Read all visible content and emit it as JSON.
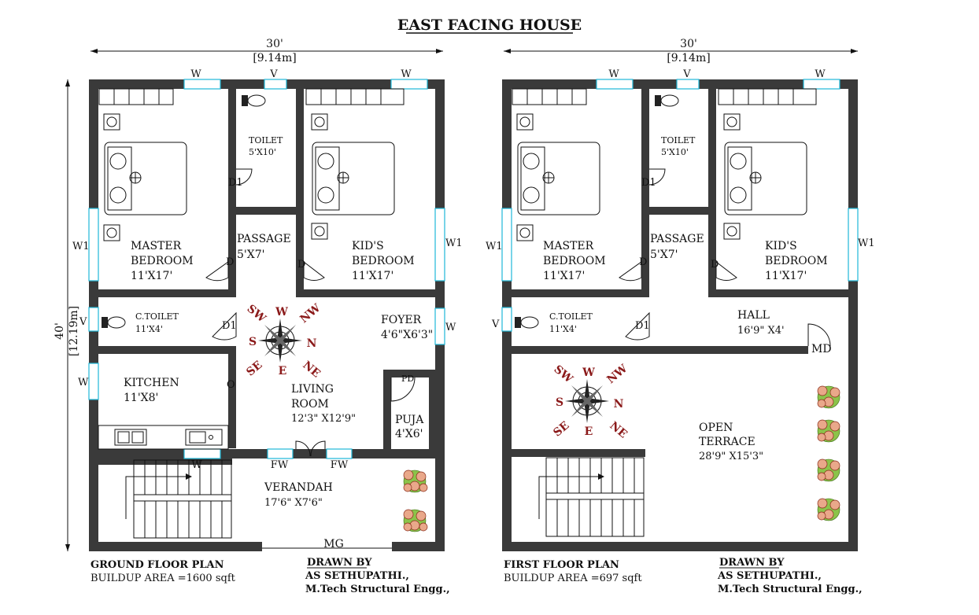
{
  "title": "EAST FACING HOUSE",
  "ground": {
    "width_ft": "30'",
    "width_m": "[9.14m]",
    "depth_ft": "40'",
    "depth_m": "[12.19m]",
    "plan_name": "GROUND FLOOR PLAN",
    "area": "BUILDUP AREA =1600 sqft",
    "rooms": {
      "master_name_1": "MASTER",
      "master_name_2": "BEDROOM",
      "master_size": "11'X17'",
      "toilet_name": "TOILET",
      "toilet_size": "5'X10'",
      "passage_name": "PASSAGE",
      "passage_size": "5'X7'",
      "kids_name_1": "KID'S",
      "kids_name_2": "BEDROOM",
      "kids_size": "11'X17'",
      "ctoilet_name": "C.TOILET",
      "ctoilet_size": "11'X4'",
      "foyer_name": "FOYER",
      "foyer_size": "4'6\"X6'3\"",
      "kitchen_name": "KITCHEN",
      "kitchen_size": "11'X8'",
      "living_name_1": "LIVING",
      "living_name_2": "ROOM",
      "living_size": "12'3\" X12'9\"",
      "puja_name": "PUJA",
      "puja_size": "4'X6'",
      "verandah_name": "VERANDAH",
      "verandah_size": "17'6\" X7'6\""
    },
    "marks": {
      "w_top_left": "W",
      "v_top": "V",
      "w_top_right": "W",
      "w1_left": "W1",
      "w1_right": "W1",
      "v_left": "V",
      "w_left": "W",
      "w_right": "W",
      "w_bottom": "W",
      "fw_1": "FW",
      "fw_2": "FW",
      "mg": "MG",
      "d1_toilet": "D1",
      "d_master": "D",
      "d_kids": "D",
      "d1_ctoilet": "D1",
      "pd": "PD",
      "o": "O"
    }
  },
  "first": {
    "width_ft": "30'",
    "width_m": "[9.14m]",
    "plan_name": "FIRST FLOOR PLAN",
    "area": "BUILDUP AREA =697 sqft",
    "rooms": {
      "master_name_1": "MASTER",
      "master_name_2": "BEDROOM",
      "master_size": "11'X17'",
      "toilet_name": "TOILET",
      "toilet_size": "5'X10'",
      "passage_name": "PASSAGE",
      "passage_size": "5'X7'",
      "kids_name_1": "KID'S",
      "kids_name_2": "BEDROOM",
      "kids_size": "11'X17'",
      "ctoilet_name": "C.TOILET",
      "ctoilet_size": "11'X4'",
      "hall_name": "HALL",
      "hall_size": "16'9\" X4'",
      "terrace_name_1": "OPEN",
      "terrace_name_2": "TERRACE",
      "terrace_size": "28'9\" X15'3\""
    },
    "marks": {
      "w_top_left": "W",
      "v_top": "V",
      "w_top_right": "W",
      "w1_left": "W1",
      "w1_right": "W1",
      "v_left": "V",
      "d1_toilet": "D1",
      "d_master": "D",
      "d_kids": "D",
      "d1_ctoilet": "D1",
      "md": "MD"
    }
  },
  "compass": {
    "n": "N",
    "s": "S",
    "e": "E",
    "w": "W",
    "ne": "NE",
    "nw": "NW",
    "se": "SE",
    "sw": "SW"
  },
  "credits": {
    "heading": "DRAWN BY",
    "name": "AS SETHUPATHI.,",
    "degree": "M.Tech Structural Engg.,"
  },
  "colors": {
    "wall": "#3a3a3a",
    "window": "#1fb8d8",
    "compass": "#8b1a1a"
  }
}
